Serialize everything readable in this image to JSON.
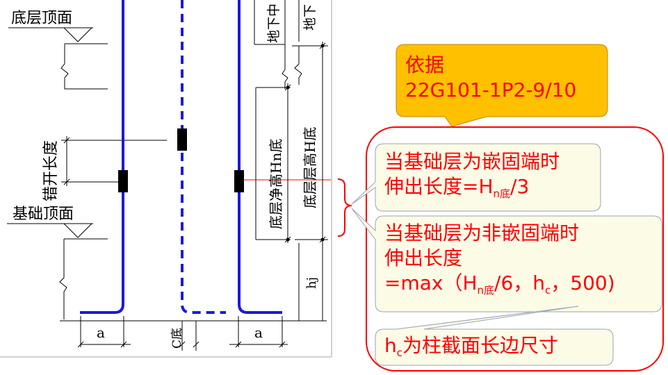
{
  "drawing": {
    "labels": {
      "bottom_floor_top": "底层顶面",
      "foundation_top": "基础顶面",
      "staggered_length": "错开长度",
      "clear_height": "底层净高Hn底",
      "floor_height": "底层层高H底",
      "basement_1": "地下中",
      "basement_2": "地下",
      "hj": "hj",
      "a_left": "a",
      "a_right": "a",
      "c_bottom": "C底"
    }
  },
  "callouts": {
    "basis": {
      "line1": "依据",
      "line2": "22G101-1P2-9/10"
    },
    "fixed_end": {
      "line1": "当基础层为嵌固端时",
      "line2_prefix": "伸出长度=H",
      "line2_sub": "n底",
      "line2_suffix": "/3"
    },
    "non_fixed_end": {
      "line1": "当基础层为非嵌固端时",
      "line2": "伸出长度",
      "line3_prefix": "=max（H",
      "line3_sub": "n底",
      "line3_mid": "/6，h",
      "line3_sub2": "c",
      "line3_suffix": "，500)"
    },
    "hc_note": {
      "prefix": "h",
      "sub": "c",
      "text": "为柱截面长边尺寸"
    }
  },
  "colors": {
    "rebar": "#1a1adc",
    "annotation_text": "#ff0000",
    "frame_border": "#ff0000",
    "title_bg": "#ffc000",
    "bubble_bg": "#fcfbe6",
    "bubble_border": "#9aa2b8"
  }
}
